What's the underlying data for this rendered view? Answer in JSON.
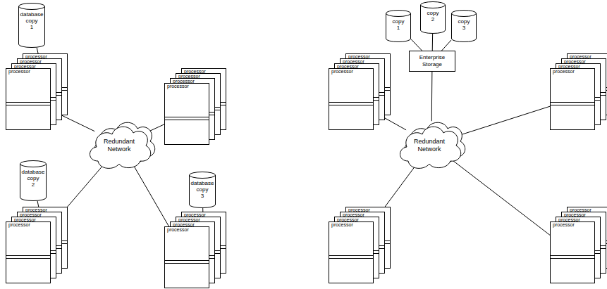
{
  "diagram": {
    "nodes": [
      {
        "text": [
          "database copy 1"
        ]
      },
      {
        "text": [
          "processor"
        ]
      },
      {
        "text": [
          "processor"
        ]
      },
      {
        "text": [
          "processor"
        ]
      },
      {
        "text": [
          "processor"
        ]
      },
      {
        "text": [
          "processor"
        ]
      },
      {
        "text": [
          "processor"
        ]
      },
      {
        "text": [
          "processor"
        ]
      },
      {
        "text": [
          "processor"
        ]
      },
      {
        "text": [
          "Redundant Network"
        ]
      },
      {
        "text": [
          "database copy 2"
        ]
      },
      {
        "text": [
          "processor"
        ]
      },
      {
        "text": [
          "processor"
        ]
      },
      {
        "text": [
          "processor"
        ]
      },
      {
        "text": [
          "processor"
        ]
      },
      {
        "text": [
          "database copy 3"
        ]
      },
      {
        "text": [
          "processor"
        ]
      },
      {
        "text": [
          "processor"
        ]
      },
      {
        "text": [
          "processor"
        ]
      },
      {
        "text": [
          "processor"
        ]
      },
      {
        "text": [
          "copy 1"
        ]
      },
      {
        "text": [
          "copy 2"
        ]
      },
      {
        "text": [
          "copy 3"
        ]
      },
      {
        "text": [
          "Enterprise Storage"
        ]
      },
      {
        "text": [
          "processor"
        ]
      },
      {
        "text": [
          "processor"
        ]
      },
      {
        "text": [
          "processor"
        ]
      },
      {
        "text": [
          "processor"
        ]
      },
      {
        "text": [
          "processor"
        ]
      },
      {
        "text": [
          "processor"
        ]
      },
      {
        "text": [
          "processor"
        ]
      },
      {
        "text": [
          "processor"
        ]
      },
      {
        "text": [
          "Redundant Network"
        ]
      },
      {
        "text": [
          "processor"
        ]
      },
      {
        "text": [
          "processor"
        ]
      },
      {
        "text": [
          "processor"
        ]
      },
      {
        "text": [
          "processor"
        ]
      },
      {
        "text": [
          "processor"
        ]
      },
      {
        "text": [
          "processor"
        ]
      },
      {
        "text": [
          "processor"
        ]
      },
      {
        "text": [
          "processor"
        ]
      }
    ],
    "edges": [
      {
        "from": 0,
        "to": 1,
        "arrow": "none"
      },
      {
        "from": 4,
        "to": 9,
        "arrow": "none"
      },
      {
        "from": 8,
        "to": 9,
        "arrow": "none"
      },
      {
        "from": 10,
        "to": 11,
        "arrow": "none"
      },
      {
        "from": 14,
        "to": 9,
        "arrow": "none"
      },
      {
        "from": 15,
        "to": 16,
        "arrow": "none"
      },
      {
        "from": 19,
        "to": 9,
        "arrow": "none"
      },
      {
        "from": 20,
        "to": 23,
        "arrow": "none"
      },
      {
        "from": 21,
        "to": 23,
        "arrow": "none"
      },
      {
        "from": 22,
        "to": 23,
        "arrow": "none"
      },
      {
        "from": 23,
        "to": 32,
        "arrow": "none"
      },
      {
        "from": 27,
        "to": 32,
        "arrow": "none"
      },
      {
        "from": 31,
        "to": 32,
        "arrow": "none"
      },
      {
        "from": 36,
        "to": 32,
        "arrow": "none"
      },
      {
        "from": 40,
        "to": 32,
        "arrow": "none"
      }
    ]
  }
}
